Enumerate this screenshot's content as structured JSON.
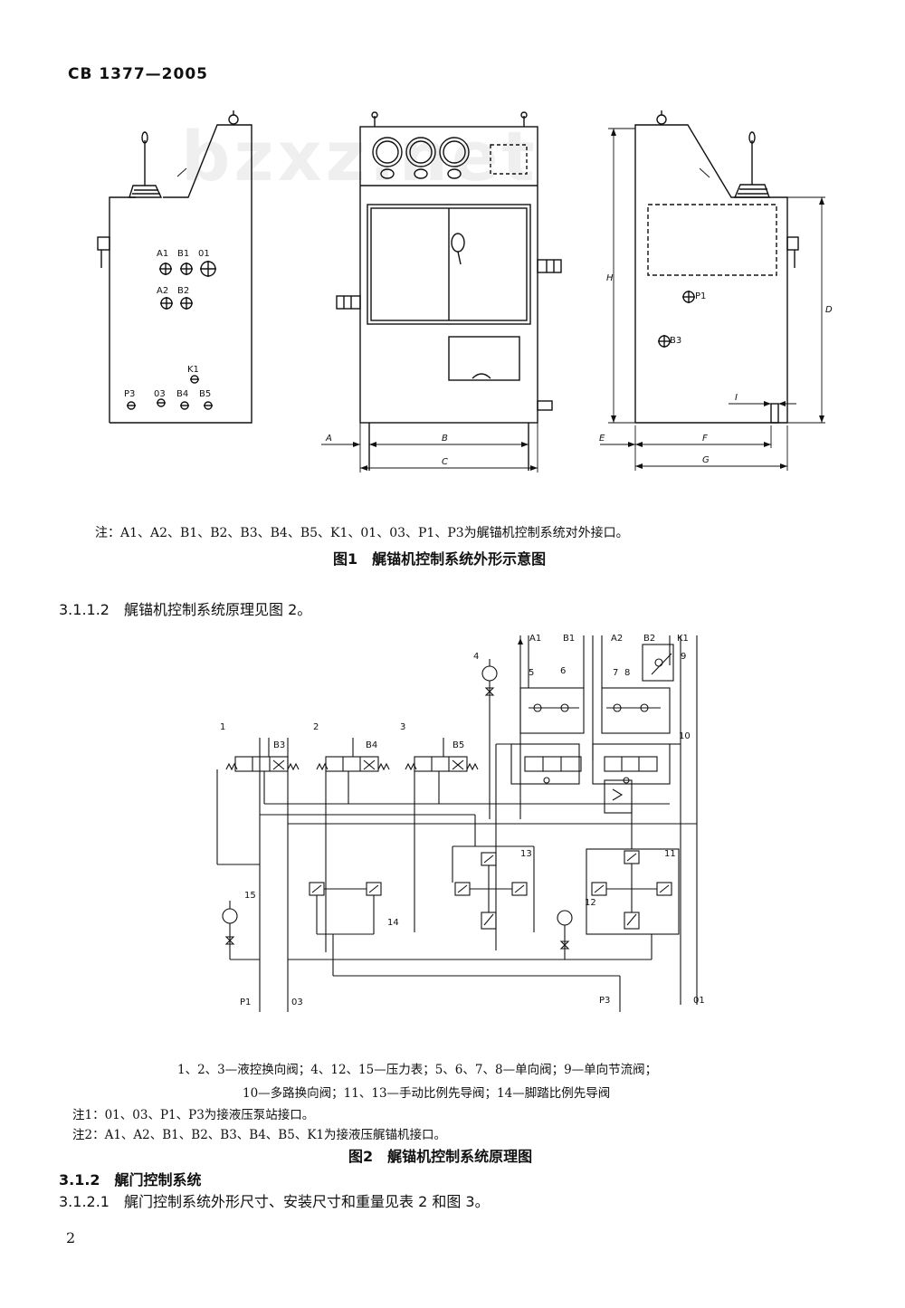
{
  "header": {
    "std_code": "CB 1377—2005"
  },
  "watermark": "bzxz.net",
  "fig1": {
    "note": "注：A1、A2、B1、B2、B3、B4、B5、K1、01、03、P1、P3为艉锚机控制系统对外接口。",
    "caption": "图1　艉锚机控制系统外形示意图",
    "ports_left": [
      "A1",
      "B1",
      "01",
      "A2",
      "B2",
      "K1",
      "P3",
      "03",
      "B4",
      "B5"
    ],
    "ports_right": [
      "P1",
      "B3"
    ],
    "dims": [
      "A",
      "B",
      "C",
      "E",
      "F",
      "G",
      "H",
      "D",
      "I"
    ]
  },
  "sec_3112": "3.1.1.2　艉锚机控制系统原理见图 2。",
  "fig2": {
    "top_ports": [
      "A1",
      "B1",
      "A2",
      "B2",
      "K1"
    ],
    "bottom_ports": [
      "P1",
      "03",
      "P3",
      "01"
    ],
    "valve_ports": [
      "B3",
      "B4",
      "B5"
    ],
    "numbers": [
      "1",
      "2",
      "3",
      "4",
      "5",
      "6",
      "7",
      "8",
      "9",
      "10",
      "11",
      "12",
      "13",
      "14",
      "15"
    ],
    "legend_1": "1、2、3—液控换向阀；4、12、15—压力表；5、6、7、8—单向阀；9—单向节流阀；",
    "legend_2": "10—多路换向阀；11、13—手动比例先导阀；14—脚踏比例先导阀",
    "note_1": "注1：01、03、P1、P3为接液压泵站接口。",
    "note_2": "注2：A1、A2、B1、B2、B3、B4、B5、K1为接液压艉锚机接口。",
    "caption": "图2　艉锚机控制系统原理图"
  },
  "sec_312": "3.1.2　艉门控制系统",
  "sec_3121": "3.1.2.1　艉门控制系统外形尺寸、安装尺寸和重量见表 2 和图 3。",
  "page_number": "2"
}
